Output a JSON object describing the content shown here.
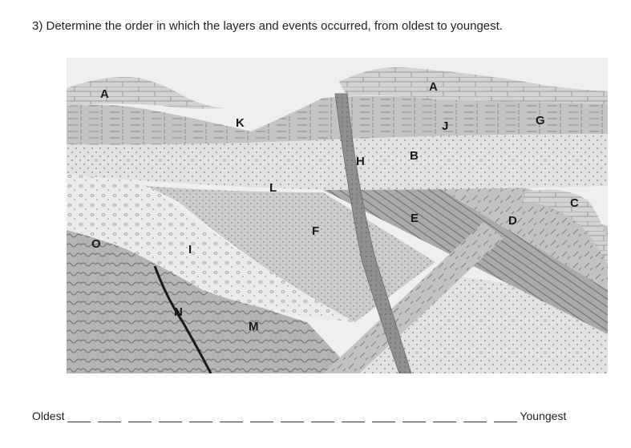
{
  "question": {
    "text": "3) Determine the order in which the layers and events occurred, from oldest to youngest."
  },
  "figure": {
    "labels": {
      "A1": "A",
      "A2": "A",
      "K": "K",
      "J": "J",
      "G": "G",
      "H": "H",
      "B": "B",
      "L": "L",
      "E": "E",
      "D": "D",
      "C": "C",
      "O": "O",
      "I": "I",
      "F": "F",
      "N": "N",
      "M": "M"
    },
    "colors": {
      "limestone": "#cfcfcf",
      "shale": "#bdbdbd",
      "sandstone": "#e3e3e3",
      "conglomerate": "#ececec",
      "dike": "#8f8f8f",
      "metamorphic": "#b0b0b0",
      "fault": "#1a1a1a"
    }
  },
  "answer": {
    "oldest_label": "Oldest",
    "youngest_label": "Youngest",
    "blank_count": 15
  }
}
